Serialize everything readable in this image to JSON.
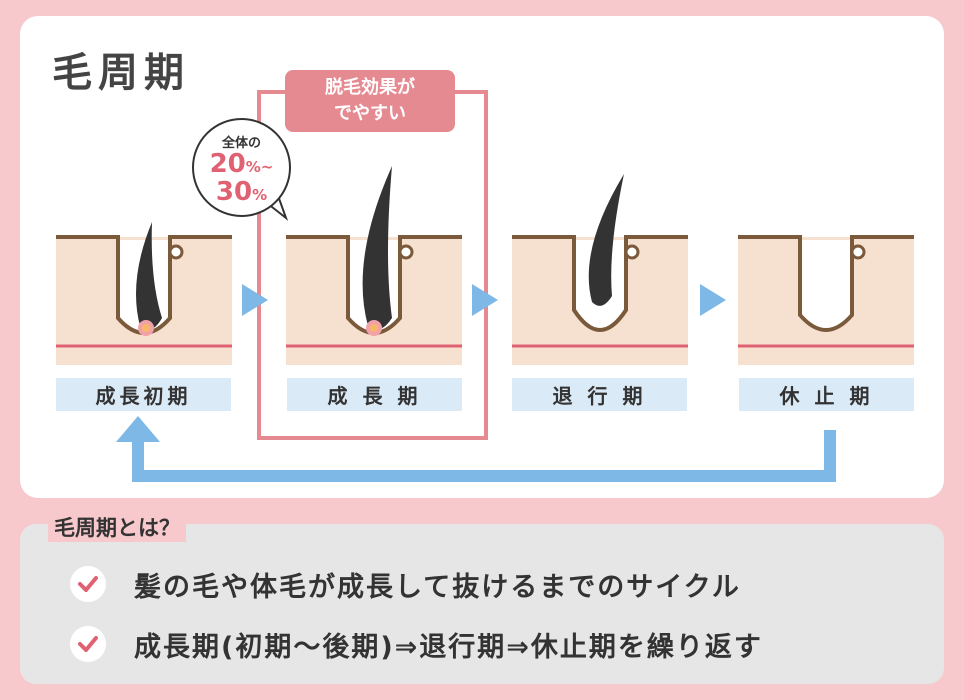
{
  "title": "毛周期",
  "highlight_label": [
    "脱毛効果が",
    "でやすい"
  ],
  "bubble": {
    "line1": "全体の",
    "line2_num": "20",
    "line2_unit": "%~",
    "line3_num": "30",
    "line3_unit": "%"
  },
  "stages": [
    "成長初期",
    "成 長 期",
    "退 行 期",
    "休 止 期"
  ],
  "info_heading": "毛周期とは？",
  "info_items": [
    "髪の毛や体毛が成長して抜けるまでのサイクル",
    "成長期(初期～後期)⇒退行期⇒休止期を繰り返す"
  ],
  "colors": {
    "accent": "#e68a92",
    "arrow": "#7db8e6",
    "skin": "#f6e0cf",
    "hair": "#333333"
  }
}
